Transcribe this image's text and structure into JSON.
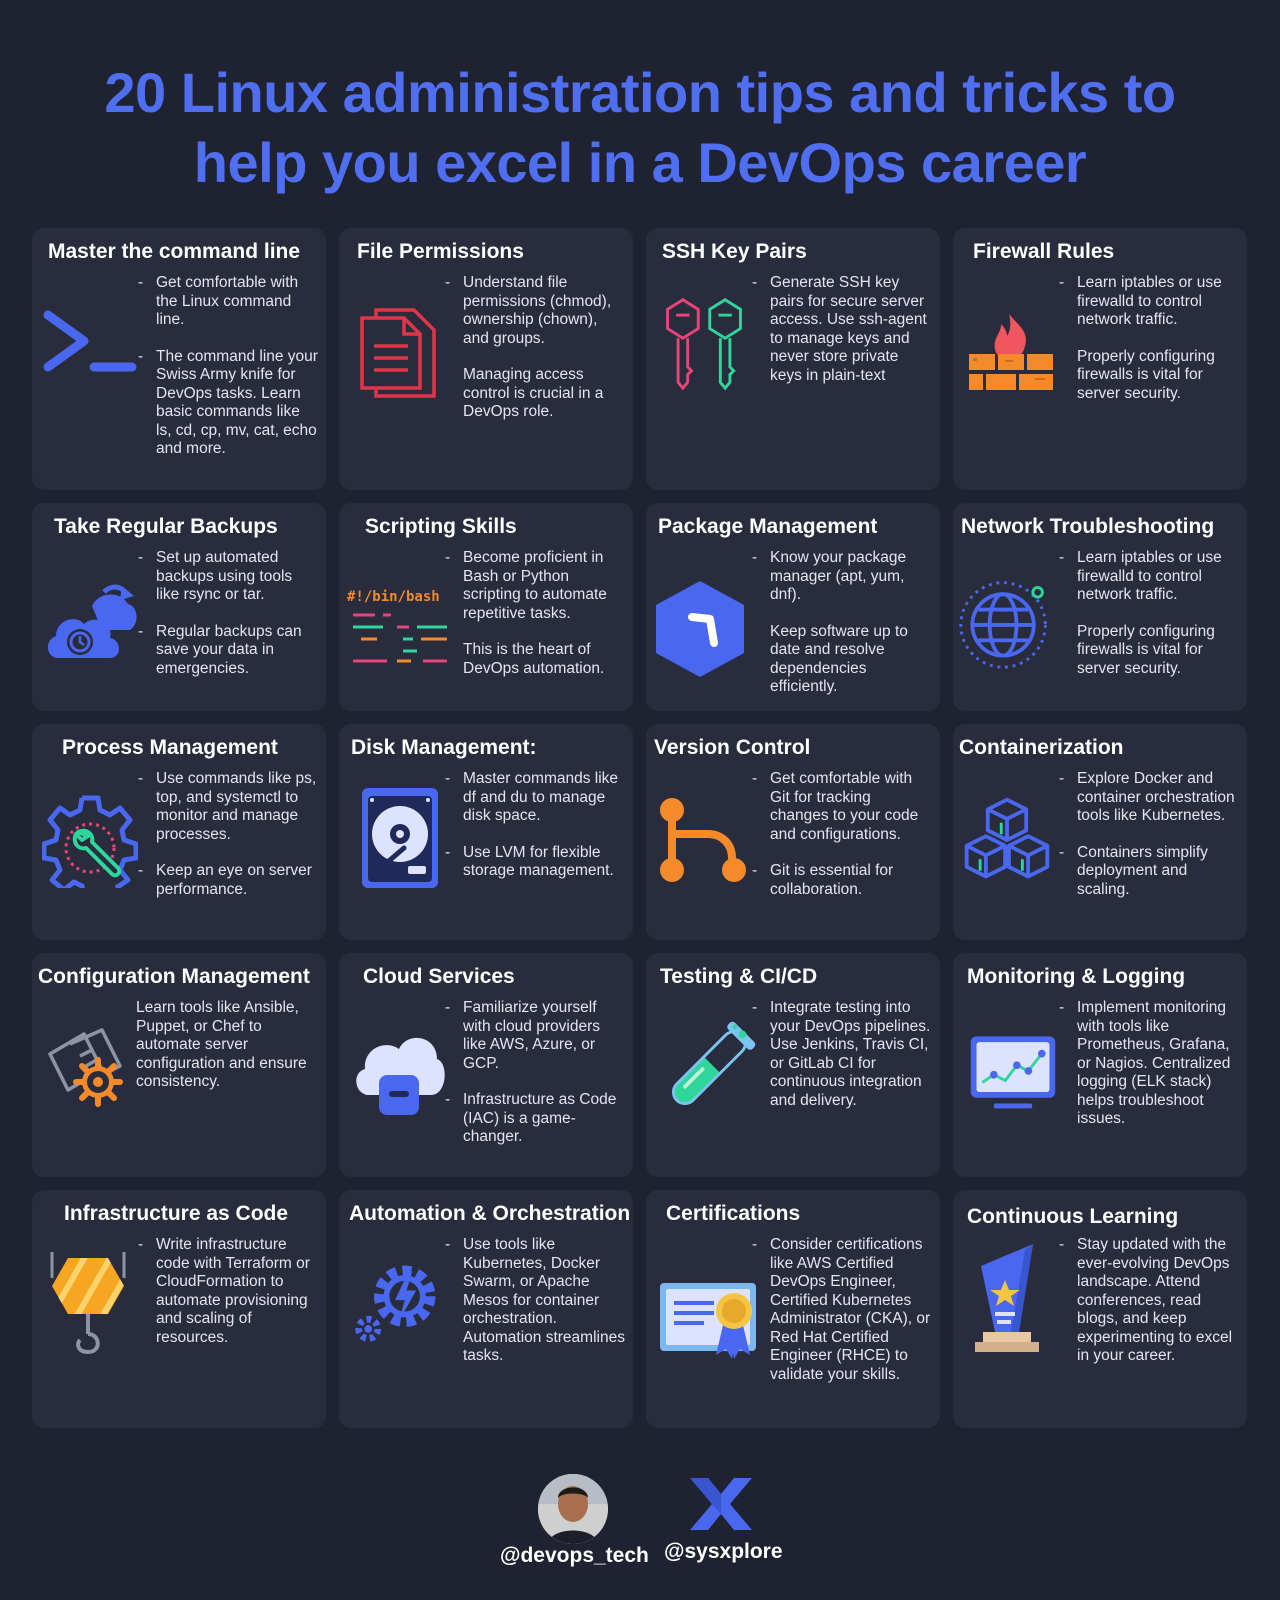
{
  "title_line1": "20 Linux administration tips and tricks to",
  "title_line2": "help you excel in a DevOps career",
  "cards": [
    {
      "title": "Master the command line",
      "icon": "terminal-icon",
      "paras": [
        "Get comfortable with the Linux command line.",
        "The command line your Swiss Army knife for DevOps tasks. Learn basic commands like ls, cd, cp, mv, cat, echo and more."
      ]
    },
    {
      "title": "File Permissions",
      "icon": "document-icon",
      "paras": [
        "Understand file permissions (chmod), ownership (chown), and groups.",
        "Managing access control is crucial in a DevOps role."
      ]
    },
    {
      "title": "SSH Key Pairs",
      "icon": "keys-icon",
      "paras": [
        "Generate SSH key pairs for secure server access. Use ssh-agent to manage keys and never store private keys in plain-text"
      ]
    },
    {
      "title": "Firewall Rules",
      "icon": "firewall-icon",
      "paras": [
        "Learn iptables or use firewalld to control network traffic.",
        "Properly configuring firewalls is vital for server security."
      ]
    },
    {
      "title": "Take Regular Backups",
      "icon": "cloud-backup-icon",
      "paras": [
        "Set up automated backups using tools like rsync or tar.",
        "Regular backups can save your data in emergencies."
      ]
    },
    {
      "title": "Scripting Skills",
      "icon": "bash-script-icon",
      "icon_text": "#!/bin/bash",
      "paras": [
        "Become proficient in Bash or Python scripting to automate repetitive tasks.",
        "This is the heart of DevOps automation."
      ]
    },
    {
      "title": "Package Management",
      "icon": "package-hexagon-icon",
      "paras": [
        "Know your package manager (apt, yum, dnf).",
        "Keep software up to date and resolve dependencies efficiently."
      ]
    },
    {
      "title": "Network Troubleshooting",
      "icon": "globe-icon",
      "paras": [
        "Learn iptables or use firewalld to control network traffic.",
        "Properly configuring firewalls is vital for server security."
      ]
    },
    {
      "title": "Process Management",
      "icon": "gear-wrench-icon",
      "paras": [
        "Use commands like ps, top, and systemctl to monitor and manage processes.",
        "Keep an eye on server performance."
      ]
    },
    {
      "title": "Disk Management:",
      "icon": "hard-disk-icon",
      "paras": [
        "Master commands like df and du to manage disk space.",
        "Use LVM for flexible storage management."
      ]
    },
    {
      "title": "Version Control",
      "icon": "git-branch-icon",
      "paras": [
        "Get comfortable with Git for tracking changes to your code and configurations.",
        "Git is essential for collaboration."
      ]
    },
    {
      "title": "Containerization",
      "icon": "cubes-icon",
      "paras": [
        "Explore Docker and container orchestration tools like Kubernetes.",
        "Containers simplify deployment and scaling."
      ]
    },
    {
      "title": "Configuration Management",
      "icon": "config-gear-icon",
      "paras": [
        "Learn tools like Ansible, Puppet, or Chef to automate server configuration and ensure consistency."
      ]
    },
    {
      "title": "Cloud Services",
      "icon": "cloud-server-icon",
      "paras": [
        "Familiarize yourself with cloud providers like AWS, Azure, or GCP.",
        "Infrastructure as Code (IAC) is a game-changer."
      ]
    },
    {
      "title": "Testing & CI/CD",
      "icon": "test-tube-icon",
      "paras": [
        "Integrate testing into your DevOps pipelines. Use Jenkins, Travis CI, or GitLab CI for continuous integration and delivery."
      ]
    },
    {
      "title": "Monitoring & Logging",
      "icon": "monitor-chart-icon",
      "paras": [
        "Implement monitoring with tools like Prometheus, Grafana, or Nagios. Centralized logging (ELK stack) helps troubleshoot issues."
      ]
    },
    {
      "title": "Infrastructure as Code",
      "icon": "crane-hook-icon",
      "paras": [
        "Write infrastructure code with Terraform or CloudFormation to automate provisioning and scaling of resources."
      ]
    },
    {
      "title": "Automation & Orchestration",
      "icon": "gear-bolt-icon",
      "paras": [
        "Use tools like Kubernetes, Docker Swarm, or Apache Mesos for container orchestration. Automation streamlines tasks."
      ]
    },
    {
      "title": "Certifications",
      "icon": "certificate-icon",
      "paras": [
        "Consider certifications like AWS Certified DevOps Engineer, Certified Kubernetes Administrator (CKA), or Red Hat Certified Engineer (RHCE) to validate your skills."
      ]
    },
    {
      "title": "Continuous Learning",
      "icon": "trophy-icon",
      "paras": [
        "Stay updated with the ever-evolving DevOps landscape. Attend conferences, read blogs, and keep experimenting to excel in your career."
      ]
    }
  ],
  "footer": {
    "handle_left": "@devops_tech",
    "handle_right": "@sysxplore"
  },
  "colors": {
    "title": "#4f6ff0",
    "background": "#1f2230",
    "card": "#282c3c",
    "accent_blue": "#4a67f0"
  }
}
